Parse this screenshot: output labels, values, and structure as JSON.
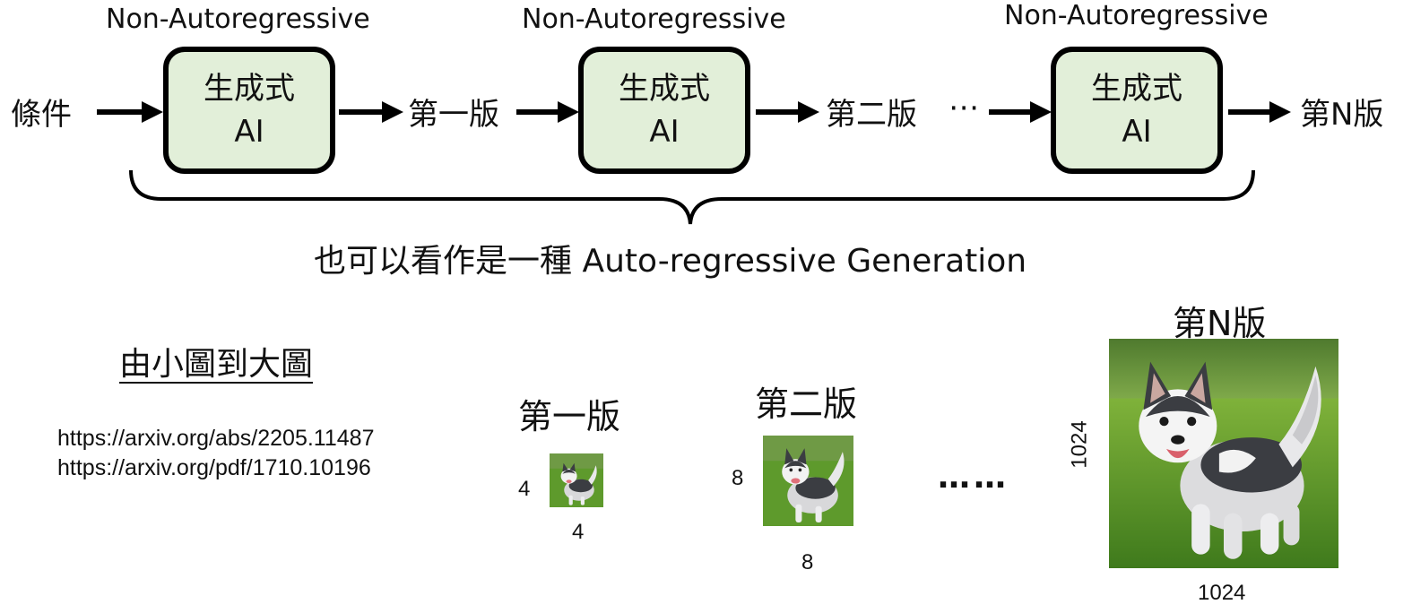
{
  "pipeline": {
    "mode_label": "Non-Autoregressive",
    "input_label": "條件",
    "model_line1": "生成式",
    "model_line2": "AI",
    "version1_label": "第一版",
    "version2_label": "第二版",
    "ellipsis": "⋯",
    "versionN_label": "第N版",
    "brace_caption": "也可以看作是一種 Auto-regressive Generation"
  },
  "lower": {
    "title": "由小圖到大圖",
    "references": [
      "https://arxiv.org/abs/2205.11487",
      "https://arxiv.org/pdf/1710.10196"
    ],
    "versions": [
      {
        "label": "第一版",
        "width": "4",
        "height": "4"
      },
      {
        "label": "第二版",
        "width": "8",
        "height": "8"
      },
      {
        "label": "第N版",
        "width": "1024",
        "height": "1024"
      }
    ],
    "dots": "……"
  },
  "colors": {
    "box_fill": "#e2efd9",
    "box_border": "#000000",
    "grass": "#5e9a2c",
    "sky": "#6f9a45",
    "fur_dark": "#3b3d42",
    "fur_light": "#f2f2f2"
  },
  "icons": {
    "arrow": "right-arrow-icon",
    "brace": "curly-brace-icon",
    "dog": "husky-dog-image"
  }
}
